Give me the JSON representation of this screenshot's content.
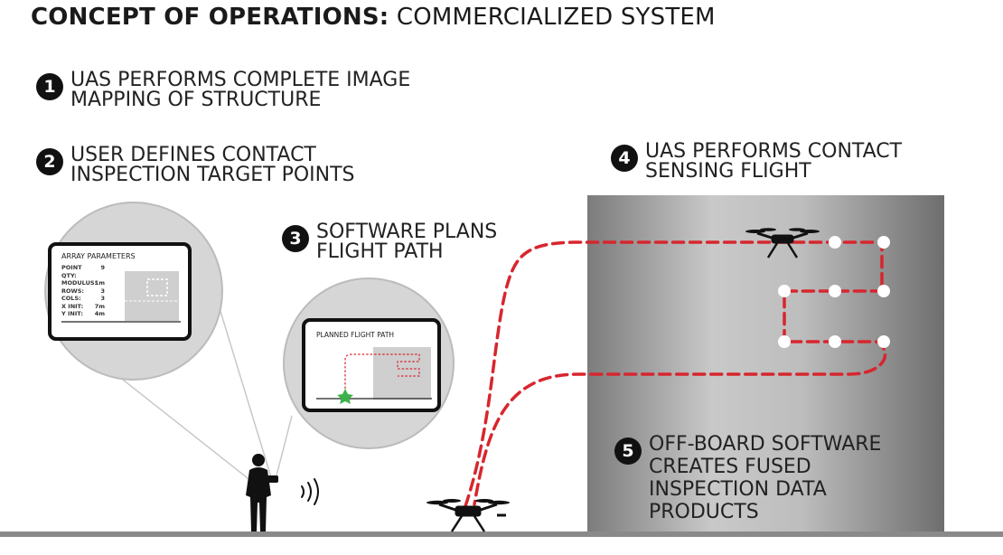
{
  "title": {
    "bold": "CONCEPT OF OPERATIONS:",
    "light": "COMMERCIALIZED SYSTEM"
  },
  "steps": [
    {
      "num": "1",
      "lines": [
        "UAS PERFORMS COMPLETE IMAGE",
        "MAPPING OF STRUCTURE"
      ]
    },
    {
      "num": "2",
      "lines": [
        "USER DEFINES CONTACT",
        "INSPECTION TARGET POINTS"
      ]
    },
    {
      "num": "3",
      "lines": [
        "SOFTWARE PLANS",
        "FLIGHT PATH"
      ]
    },
    {
      "num": "4",
      "lines": [
        "UAS PERFORMS CONTACT",
        "SENSING FLIGHT"
      ]
    },
    {
      "num": "5",
      "lines": [
        "OFF-BOARD SOFTWARE",
        "CREATES FUSED",
        "INSPECTION DATA",
        "PRODUCTS"
      ]
    }
  ],
  "array_panel": {
    "title": "ARRAY PARAMETERS",
    "params": [
      {
        "label": "POINT QTY:",
        "value": "9"
      },
      {
        "label": "MODULUS:",
        "value": "1m"
      },
      {
        "label": "ROWS:",
        "value": "3"
      },
      {
        "label": "COLS:",
        "value": "3"
      },
      {
        "label": "X INIT:",
        "value": "7m"
      },
      {
        "label": "Y INIT:",
        "value": "4m"
      }
    ]
  },
  "flight_panel": {
    "title": "PLANNED FLIGHT PATH"
  },
  "colors": {
    "path_red": "#d7262e",
    "structure_gray": "#9b9b9b",
    "ground": "#8a8a8a",
    "magnifier_gray": "#d6d6d6",
    "start_marker_green": "#3bb34a"
  },
  "icons": [
    "drone-icon",
    "operator-icon",
    "signal-waves-icon",
    "start-marker-icon"
  ]
}
